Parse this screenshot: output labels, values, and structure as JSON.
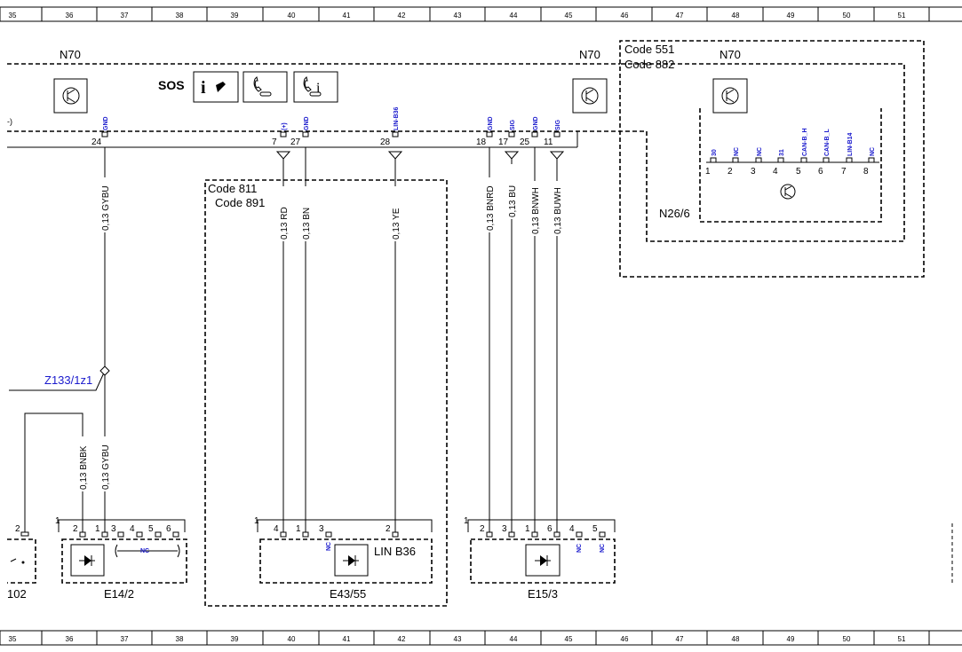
{
  "ruler_columns": [
    "35",
    "36",
    "37",
    "38",
    "39",
    "40",
    "41",
    "42",
    "43",
    "44",
    "45",
    "46",
    "47",
    "48",
    "49",
    "50",
    "51"
  ],
  "control_unit_left": "N70",
  "control_unit_mid": "N70",
  "control_unit_right": "N70",
  "sos_label": "SOS",
  "n70_pins": [
    {
      "num": "24",
      "sig": "GND"
    },
    {
      "num": "7",
      "sig": "(+)"
    },
    {
      "num": "27",
      "sig": "GND"
    },
    {
      "num": "28",
      "sig": "LIN-B36"
    },
    {
      "num": "18",
      "sig": "GND"
    },
    {
      "num": "17",
      "sig": "SIG"
    },
    {
      "num": "25",
      "sig": "GND"
    },
    {
      "num": "11",
      "sig": "SIG"
    }
  ],
  "wires": [
    "0,13 GYBU",
    "0,13 RD",
    "0,13 BN",
    "0,13 YE",
    "0,13 BNRD",
    "0,13 BU",
    "0,13 BNWH",
    "0,13 BUWH",
    "0,13 BNBK",
    "0,13 GYBU"
  ],
  "code_811": "Code 811",
  "code_891": "Code 891",
  "code_551": "Code 551",
  "code_882": "Code 882",
  "n26_label": "N26/6",
  "n26_pins": [
    {
      "num": "1",
      "sig": "30"
    },
    {
      "num": "2",
      "sig": "NC"
    },
    {
      "num": "3",
      "sig": "NC"
    },
    {
      "num": "4",
      "sig": "31"
    },
    {
      "num": "5",
      "sig": "CAN-B_H"
    },
    {
      "num": "6",
      "sig": "CAN-B_L"
    },
    {
      "num": "7",
      "sig": "LIN-B14"
    },
    {
      "num": "8",
      "sig": "NC"
    }
  ],
  "junction_label": "Z133/1z1",
  "e14_label": "E14/2",
  "e14_pins": [
    "2",
    "1",
    "3",
    "4",
    "5",
    "6"
  ],
  "e14_nc": "NC",
  "e14_conn": "1",
  "e43_label": "E43/55",
  "e43_pins": [
    "4",
    "1",
    "3",
    "2"
  ],
  "e43_nc": "NC",
  "e43_conn": "1",
  "lin_b36": "LIN B36",
  "e15_label": "E15/3",
  "e15_pins": [
    "2",
    "3",
    "1",
    "6",
    "4",
    "5"
  ],
  "e15_nc": "NC",
  "e15_conn": "1",
  "left_partial_label": "102",
  "left_partial_pin": "2"
}
